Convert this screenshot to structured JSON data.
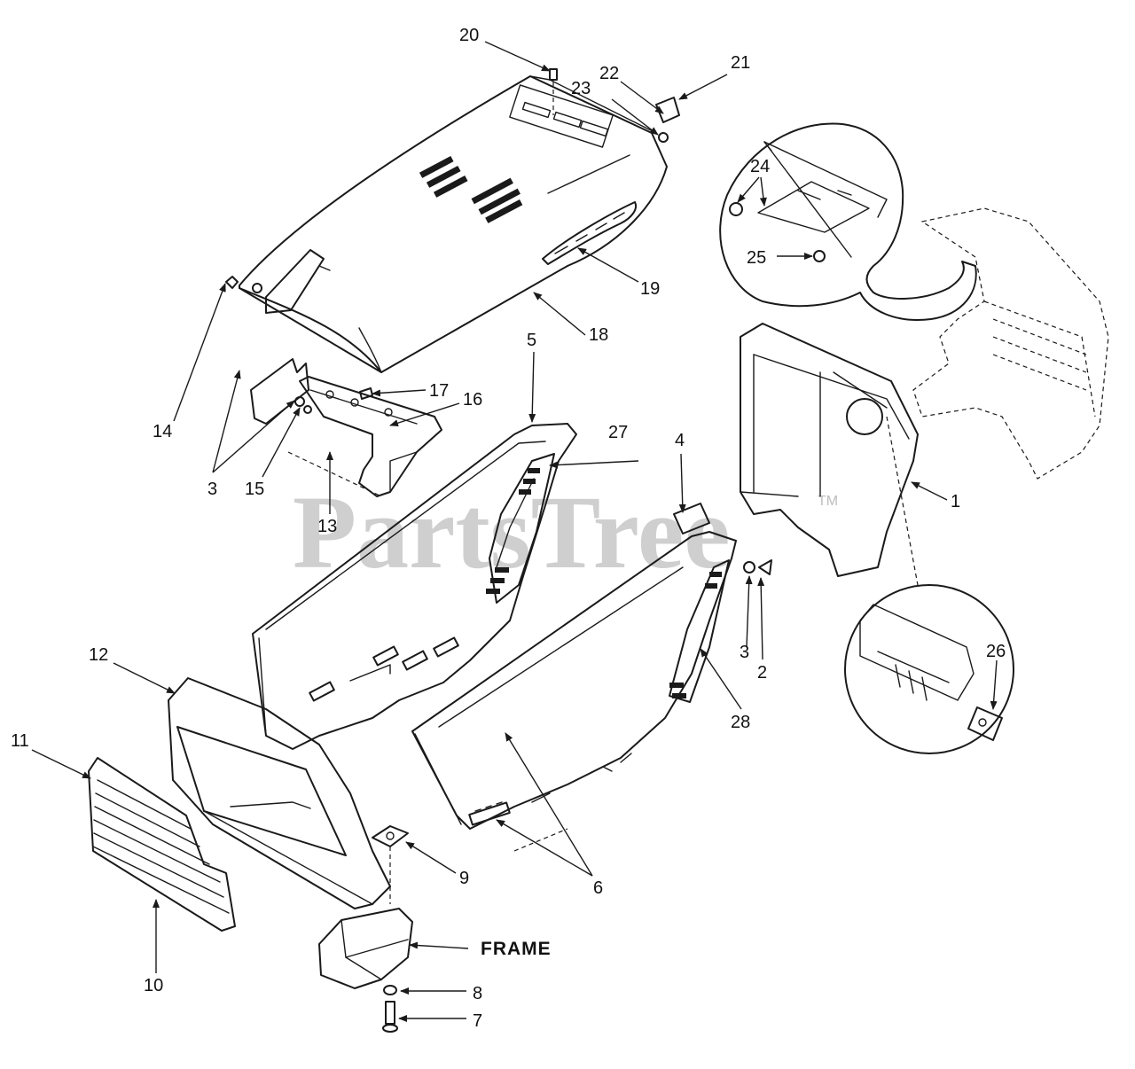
{
  "watermark": {
    "brand": "PartsTree",
    "trademark": "TM",
    "color": "#cfcfcf"
  },
  "frame_label": "FRAME",
  "callouts": [
    "1",
    "2",
    "3",
    "3",
    "4",
    "5",
    "6",
    "7",
    "8",
    "9",
    "10",
    "11",
    "12",
    "13",
    "14",
    "15",
    "16",
    "17",
    "18",
    "19",
    "20",
    "21",
    "22",
    "23",
    "24",
    "25",
    "26",
    "27",
    "28"
  ],
  "colors": {
    "ink": "#1a1a1a",
    "background": "#ffffff"
  }
}
